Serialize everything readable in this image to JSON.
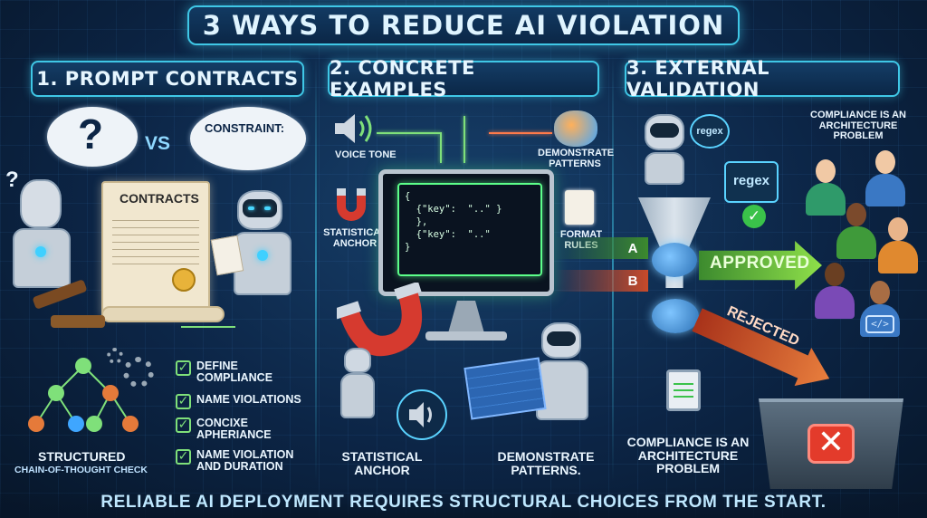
{
  "title": "3 WAYS TO REDUCE AI VIOLATION",
  "columns": [
    {
      "header": "1. PROMPT CONTRACTS"
    },
    {
      "header": "2. CONCRETE EXAMPLES"
    },
    {
      "header": "3. EXTERNAL VALIDATION"
    }
  ],
  "col1": {
    "question_mark": "?",
    "vs": "VS",
    "constraint_bubble": "CONSTRAINT:",
    "contracts_doc": "CONTRACTS",
    "structured_check": "STRUCTURED",
    "structured_check_sub": "CHAIN-OF-THOUGHT CHECK",
    "checklist": [
      "DEFINE COMPLIANCE",
      "NAME VIOLATIONS",
      "CONCIXE APHERIANCE",
      "NAME VIOLATION AND DURATION"
    ]
  },
  "col2": {
    "voice_tone": "VOICE TONE",
    "demonstrate_patterns_top": "DEMONSTRATE PATTERNS",
    "statistical_anchor_top": "STATISTICAL ANCHOR",
    "format_rules": "FORMAT RULES",
    "code_lines": [
      "{",
      "  {\"key\":  \"..\" }",
      "  },",
      "  {\"key\":  \"..\"",
      "}"
    ],
    "code_gutter": [
      "{",
      "",
      "",
      "",
      "}"
    ],
    "statistical_anchor_bottom": "STATISTICAL ANCHOR",
    "demonstrate_patterns_bottom": "DEMONSTRATE PATTERNS."
  },
  "col3": {
    "regex_small": "regex",
    "regex_box": "regex",
    "path_a": "A",
    "path_b": "B",
    "approved": "APPROVED",
    "rejected": "REJECTED",
    "compliance_top": "COMPLIANCE IS AN ARCHITECTURE PROBLEM",
    "compliance_bottom": "COMPLIANCE IS AN ARCHITECTURE PROBLEM",
    "code_badge": "</>"
  },
  "footer": "RELIABLE AI DEPLOYMENT REQUIRES STRUCTURAL CHOICES FROM THE START.",
  "colors": {
    "accent_cyan": "#3fc7e6",
    "code_green": "#5cff8a",
    "approved_green": "#8fe04a",
    "rejected_red": "#e33b2b"
  }
}
